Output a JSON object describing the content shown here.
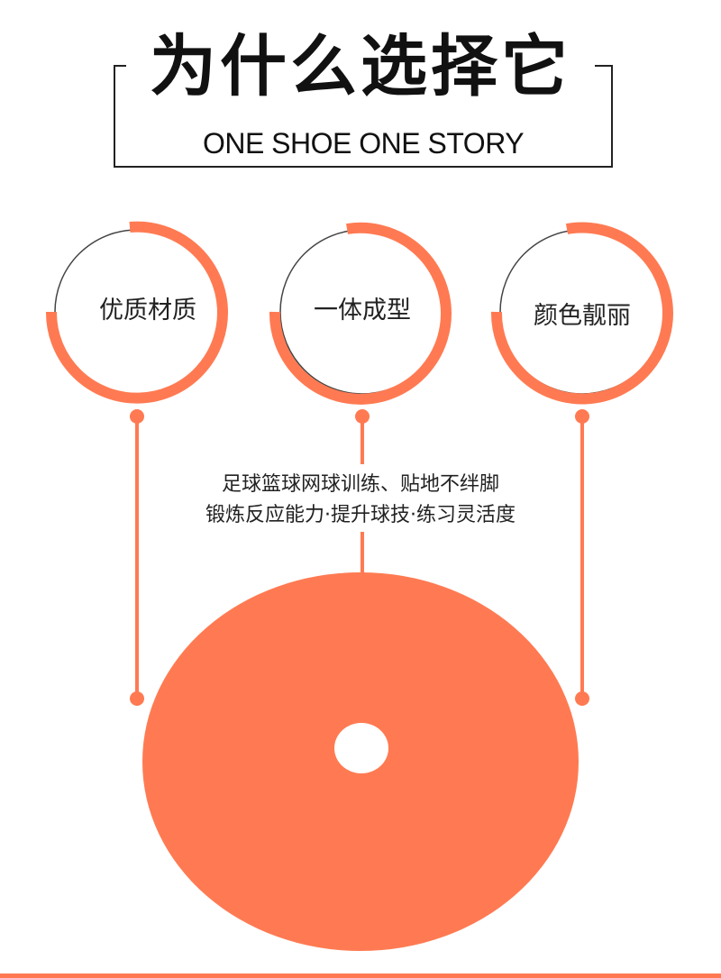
{
  "header": {
    "title": "为什么选择它",
    "subtitle": "ONE SHOE ONE STORY"
  },
  "features": [
    {
      "label": "优质材质"
    },
    {
      "label": "一体成型"
    },
    {
      "label": "颜色靓丽"
    }
  ],
  "description": {
    "line1": "足球篮球网球训练、贴地不绊脚",
    "line2": "锻炼反应能力·提升球技·练习灵活度"
  },
  "colors": {
    "accent": "#ff7a52",
    "text": "#222222"
  },
  "icons": [
    "circle-ring-icon",
    "disc-marker-icon"
  ]
}
